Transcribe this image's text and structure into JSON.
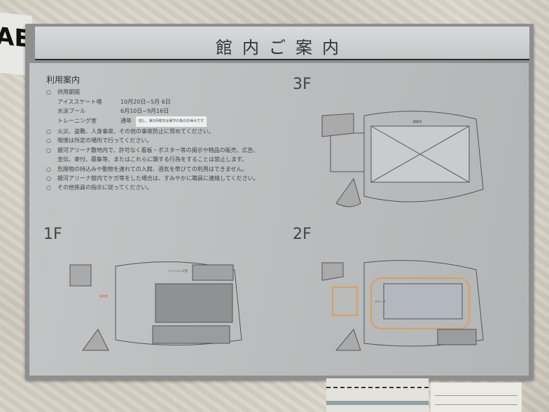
{
  "aed_sign": {
    "text": "AED"
  },
  "title": "館内ご案内",
  "info": {
    "heading": "利用案内",
    "items": [
      {
        "label": "供用期間",
        "sub": [
          {
            "name": "アイススケート場",
            "value": "10月20日~5月 6日"
          },
          {
            "name": "水泳プール",
            "value": "6月10日~9月16日"
          },
          {
            "name": "トレーニング室",
            "value": "通年",
            "note": "但し、第3月曜日は保守の為のお休みです"
          }
        ]
      },
      {
        "label": "火災、盗難、人身事故、その他の事故防止に努めてください。"
      },
      {
        "label": "喫煙は所定の場所で行ってください。"
      },
      {
        "label": "銀河アリーナ敷地内で、許可なく看板・ポスター等の掲示や物品の販売、広告、",
        "cont": "宣伝、寄付、募集等、またはこれらに類する行為をすることは禁止します。"
      },
      {
        "label": "危険物の持込みや動物を連れての入館、酒気を帯びての利用はできません。"
      },
      {
        "label": "銀河アリーナ館内でケガ等をした場合は、すみやかに職員に連絡してください。"
      },
      {
        "label": "その他係員の指示に従ってください。"
      }
    ]
  },
  "floors": {
    "f3": {
      "label": "3F",
      "seats": "観客席"
    },
    "f1": {
      "label": "1F",
      "room": "トレーニング室",
      "here": "現在地"
    },
    "f2": {
      "label": "2F",
      "arena": "アリーナ"
    }
  },
  "colors": {
    "here": "#d9502a",
    "pool": "#d9a15a"
  }
}
